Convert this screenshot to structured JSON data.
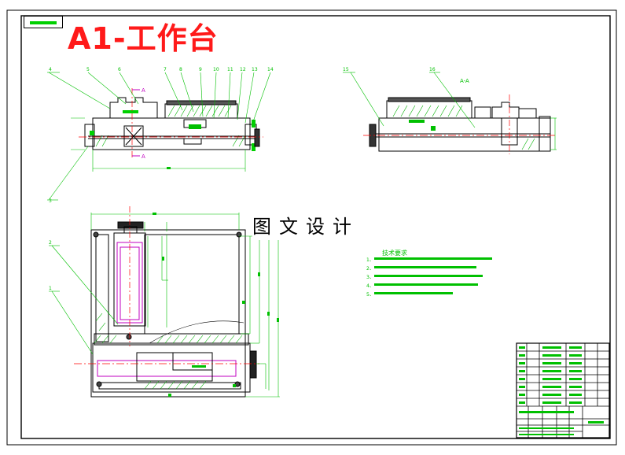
{
  "sheet": {
    "title": "A1-工作台",
    "watermark": "图文设计",
    "section_label": "A-A",
    "tech_requirements": {
      "heading": "技术要求",
      "items": [
        "1、",
        "2、",
        "3、",
        "4、",
        "5、"
      ]
    },
    "part_numbers_top": [
      "4",
      "5",
      "6",
      "7",
      "8",
      "9",
      "10",
      "11",
      "12",
      "13",
      "14"
    ],
    "part_numbers_right": [
      "15",
      "16"
    ],
    "part_numbers_left": [
      "3",
      "2",
      "1"
    ],
    "section_marks": [
      "A",
      "A"
    ]
  },
  "colors": {
    "line": "#000000",
    "annotation": "#00c000",
    "center_line": "#ff0000",
    "hidden": "#c000c0",
    "title": "#ff1a1a"
  }
}
